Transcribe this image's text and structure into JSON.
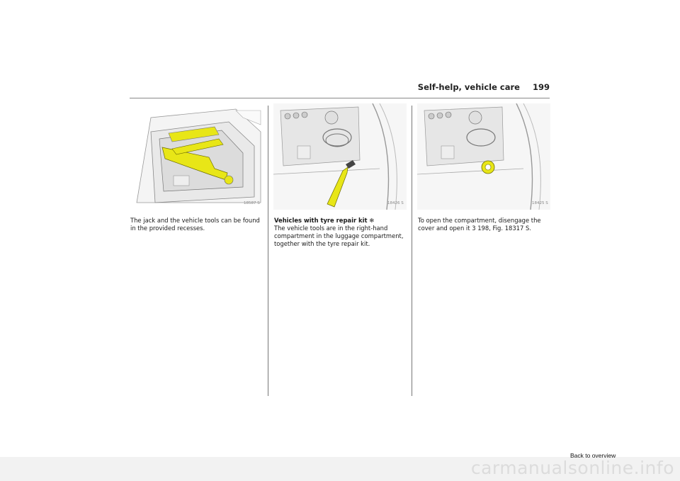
{
  "header": {
    "title": "Self-help, vehicle care",
    "page_number": "199"
  },
  "figures": [
    {
      "id": "18587 S",
      "icon": "jack-tools-illustration"
    },
    {
      "id": "18426 S",
      "icon": "screwdriver-compartment-illustration"
    },
    {
      "id": "18425 S",
      "icon": "compartment-cover-illustration"
    }
  ],
  "col1": {
    "text": "The jack and the vehicle tools can be found in the provided recesses."
  },
  "col2": {
    "heading": "Vehicles with tyre repair kit",
    "heading_symbol": "❄",
    "text": "The vehicle tools are in the right-hand compartment in the luggage compartment, together with the tyre repair kit."
  },
  "col3": {
    "text_before": "To open the compartment, disengage the cover and open it ",
    "arrow": "3",
    "text_after": " 198, Fig. 18317 S."
  },
  "footer": {
    "back_label": "Back to overview",
    "watermark": "carmanualsonline.info"
  },
  "colors": {
    "highlight": "#e8e617",
    "rule": "#888888"
  }
}
